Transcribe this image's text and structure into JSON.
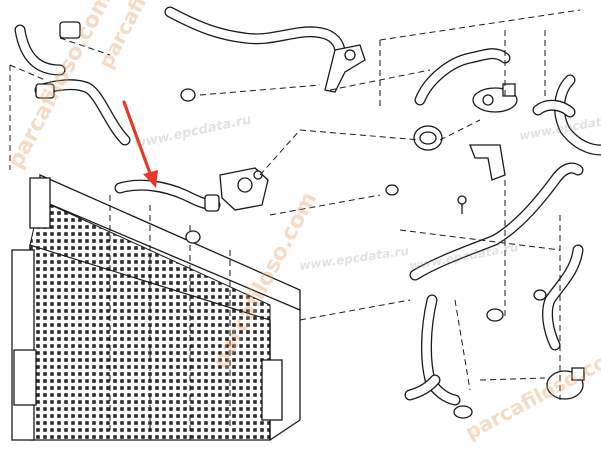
{
  "diagram": {
    "type": "exploded-parts-diagram",
    "subject": "engine cooling hoses, radiator and coolant pumps",
    "highlight_color": "#e8382b",
    "line_color": "#1a1a1a",
    "watermark_color": "#e7a36a"
  },
  "watermarks": {
    "brand_a": "parcafiloso.com",
    "brand_b": "www.epcdata.ru",
    "brand_c": "parcafiloso.com",
    "brand_d": "www.epcdata.ru",
    "brand_e": "parcafiloso.com",
    "brand_f": "www.epcdata.ru",
    "brand_g": "parcafiloso.com",
    "brand_h": "www.epcdata.ru"
  }
}
